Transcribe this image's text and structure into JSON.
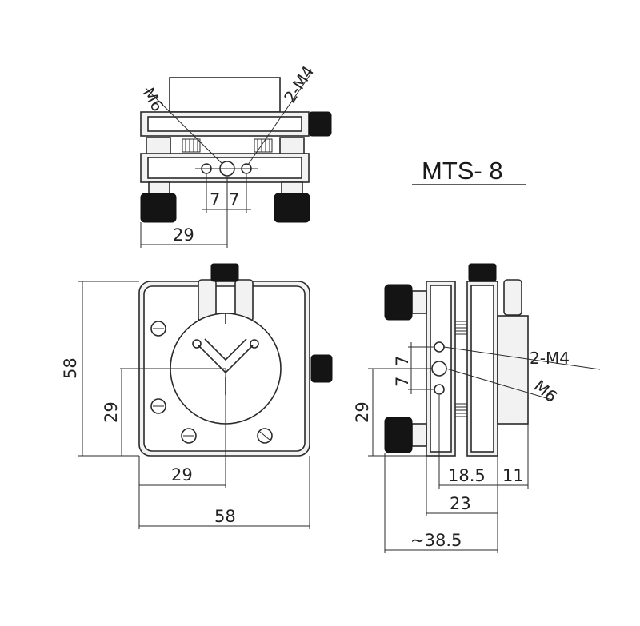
{
  "title": "MTS- 8",
  "labels": {
    "m6": "M6",
    "m4": "2-M4"
  },
  "dimensions": {
    "top_half_spacing_a": "7",
    "top_half_spacing_b": "7",
    "top_offset": "29",
    "front_height": "58",
    "front_center_height": "29",
    "front_center_width": "29",
    "front_width": "58",
    "side_spacing_a": "7",
    "side_spacing_b": "7",
    "side_height": "29",
    "side_depth_a": "18.5",
    "side_depth_b": "11",
    "side_depth_c": "23",
    "side_total": "~38.5"
  }
}
